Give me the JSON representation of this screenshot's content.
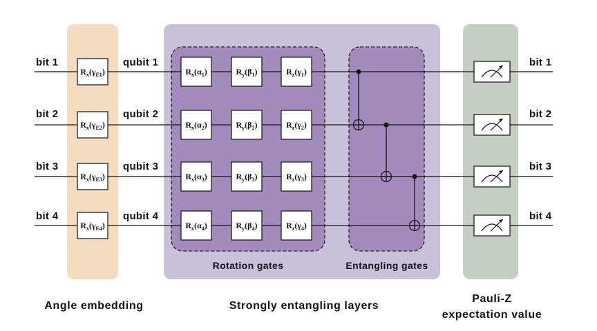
{
  "inputs": [
    "bit 1",
    "bit 2",
    "bit 3",
    "bit 4"
  ],
  "qubits": [
    "qubit 1",
    "qubit 2",
    "qubit 3",
    "qubit 4"
  ],
  "outputs": [
    "bit 1",
    "bit 2",
    "bit 3",
    "bit 4"
  ],
  "embedding_gates": [
    {
      "op": "R",
      "axis": "x",
      "param": "γ",
      "sub": "E1"
    },
    {
      "op": "R",
      "axis": "x",
      "param": "γ",
      "sub": "E2"
    },
    {
      "op": "R",
      "axis": "x",
      "param": "γ",
      "sub": "E3"
    },
    {
      "op": "R",
      "axis": "x",
      "param": "γ",
      "sub": "E4"
    }
  ],
  "rotation_columns": [
    [
      {
        "op": "R",
        "axis": "x",
        "param": "α",
        "sub": "1"
      },
      {
        "op": "R",
        "axis": "x",
        "param": "α",
        "sub": "2"
      },
      {
        "op": "R",
        "axis": "x",
        "param": "α",
        "sub": "3"
      },
      {
        "op": "R",
        "axis": "x",
        "param": "α",
        "sub": "4"
      }
    ],
    [
      {
        "op": "R",
        "axis": "y",
        "param": "β",
        "sub": "1"
      },
      {
        "op": "R",
        "axis": "y",
        "param": "β",
        "sub": "2"
      },
      {
        "op": "R",
        "axis": "y",
        "param": "β",
        "sub": "3"
      },
      {
        "op": "R",
        "axis": "y",
        "param": "β",
        "sub": "4"
      }
    ],
    [
      {
        "op": "R",
        "axis": "z",
        "param": "γ",
        "sub": "1"
      },
      {
        "op": "R",
        "axis": "z",
        "param": "γ",
        "sub": "2"
      },
      {
        "op": "R",
        "axis": "z",
        "param": "γ",
        "sub": "3"
      },
      {
        "op": "R",
        "axis": "z",
        "param": "γ",
        "sub": "4"
      }
    ]
  ],
  "cnots": [
    {
      "control": 1,
      "target": 2
    },
    {
      "control": 2,
      "target": 3
    },
    {
      "control": 3,
      "target": 4
    }
  ],
  "group_labels": {
    "rotation": "Rotation gates",
    "entangling": "Entangling gates"
  },
  "captions": {
    "embedding": "Angle embedding",
    "layers": "Strongly entangling layers",
    "measure_line1": "Pauli-Z",
    "measure_line2": "expectation value"
  },
  "colors": {
    "embedding_bg": "#f4dcc0",
    "layers_bg": "#c9c0dc",
    "group_bg": "#a48bbd",
    "measure_bg": "#c5d0c2",
    "wire": "#111111"
  },
  "measure_icon": "meter-icon"
}
